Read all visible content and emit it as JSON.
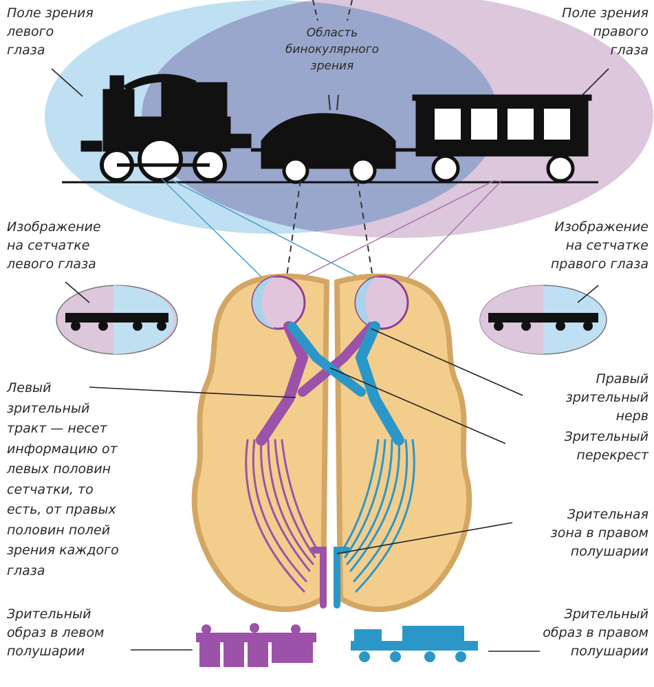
{
  "labels": {
    "left_field": "Поле зрения\nлевого\nглаза",
    "right_field": "Поле зрения\nправого\nглаза",
    "binocular": "Область\nбинокулярного\nзрения",
    "left_retina": "Изображение\nна сетчатке\nлевого глаза",
    "right_retina": "Изображение\nна сетчатке\nправого глаза",
    "left_tract": "Левый\nзрительный\nтракт — несет\nинформацию от\nлевых половин\nсетчатки, то\nесть, от правых\nполовин полей\nзрения каждого\nглаза",
    "right_nerve": "Правый\nзрительный\nнерв",
    "chiasm": "Зрительный\nперекрест",
    "right_zone": "Зрительная\nзона в правом\nполушарии",
    "left_image": "Зрительный\nобраз в левом\nполушарии",
    "right_image": "Зрительный\nобраз в правом\nполушарии"
  },
  "colors": {
    "left_field": "#bfe0f2",
    "right_field": "#dcc7dc",
    "overlap": "#9aa7cc",
    "brain": "#f3cd8c",
    "brain_outline": "#d3a763",
    "left_pathway": "#9b52a8",
    "right_pathway": "#2b97c8",
    "train": "#111111",
    "text": "#2a2a2a"
  }
}
